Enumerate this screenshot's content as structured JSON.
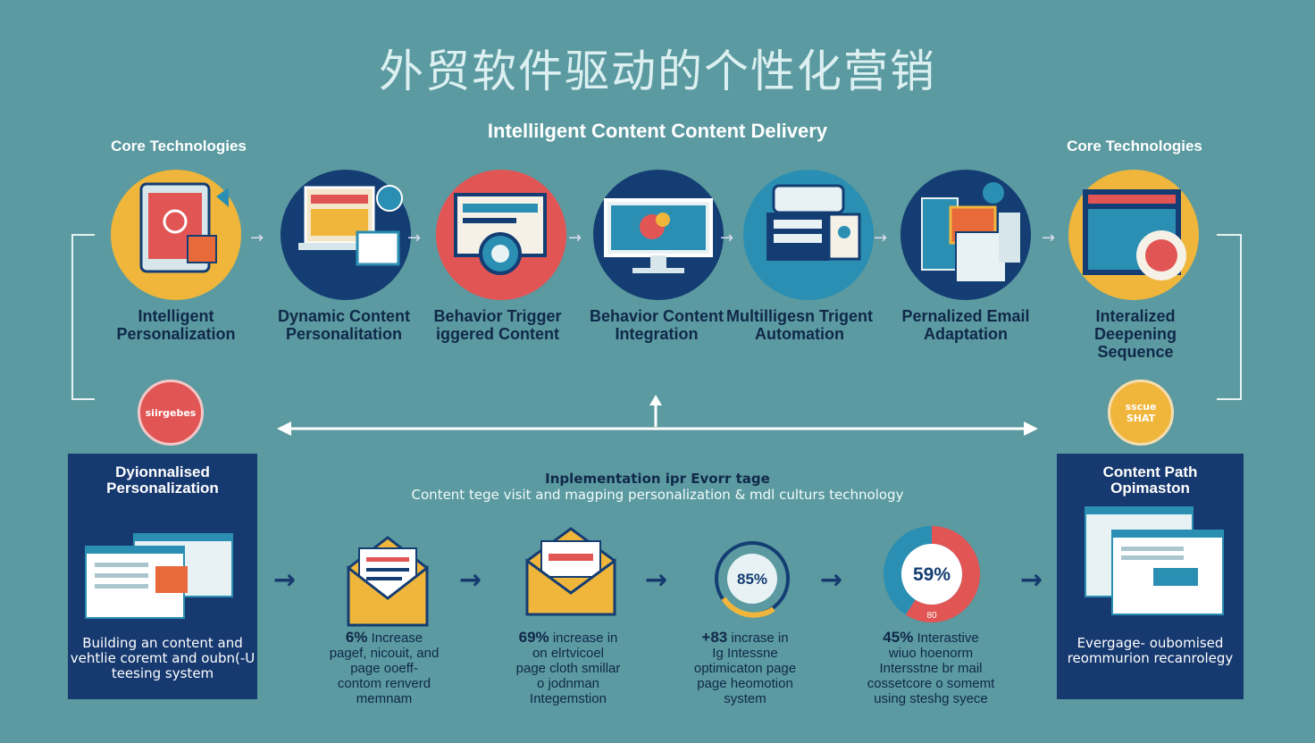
{
  "header": {
    "title": "外贸软件驱动的个性化营销",
    "subtitle": "Intellilgent Content Content Delivery"
  },
  "side_labels": {
    "left": "Core Technologies",
    "right": "Core Technologies"
  },
  "steps": [
    {
      "label": "Intelligent Personalization",
      "icon": "tablet-icon",
      "color": "#f0b63c"
    },
    {
      "label": "Dynamic Content Personalitation",
      "icon": "laptop-content-icon",
      "color": "#143d73"
    },
    {
      "label": "Behavior Trigger iggered Content",
      "icon": "monitor-globe-icon",
      "color": "#e25555"
    },
    {
      "label": "Behavior Content Integration",
      "icon": "desktop-monitor-icon",
      "color": "#143d73"
    },
    {
      "label": "Multilligesn Trigent Automation",
      "icon": "machine-icon",
      "color": "#2a8fb3"
    },
    {
      "label": "Pernalized Email Adaptation",
      "icon": "email-documents-icon",
      "color": "#143d73"
    },
    {
      "label": "Interalized Deepening Sequence",
      "icon": "screen-chart-icon",
      "color": "#f0b63c"
    }
  ],
  "badges": {
    "left": "siirgebes",
    "right": "sscue SHAT"
  },
  "left_panel": {
    "title": "Dyionnalised Personalization",
    "text": "Building an content and vehtlie coremt and oubn(-U teesing system"
  },
  "right_panel": {
    "title": "Content Path Opimaston",
    "text": "Evergage- oubomised reommurion recanrolegy"
  },
  "implementation": {
    "title": "Inplementation ipr Evorr tage",
    "subtitle": "Content tege visit and magping personalization & mdl culturs technology"
  },
  "metrics": [
    {
      "value": "6%",
      "lines": [
        "Increase",
        "pagef, nicouit, and",
        "page ooeff-",
        "contom renverd",
        "memnam"
      ],
      "icon": "envelope-icon"
    },
    {
      "value": "69%",
      "lines": [
        "increase in",
        "on elrtvicoel",
        "page cloth smillar",
        "o jodnman",
        "Integemstion"
      ],
      "icon": "envelope-open-icon"
    },
    {
      "value": "+83",
      "lines": [
        "incrase in",
        "Ig Intessne",
        "optimicaton page",
        "page heomotion",
        "system"
      ],
      "icon": "percent-ring-icon",
      "ring_value": "85%"
    },
    {
      "value": "45%",
      "lines": [
        "Interastive",
        "wiuo hoenorm",
        "Intersstne br mail",
        "cossetcore o somemt",
        "using steshg syece"
      ],
      "icon": "donut-chart-icon",
      "ring_value": "59%",
      "ring_sub": "80",
      "ring_fraction": 0.59
    }
  ]
}
